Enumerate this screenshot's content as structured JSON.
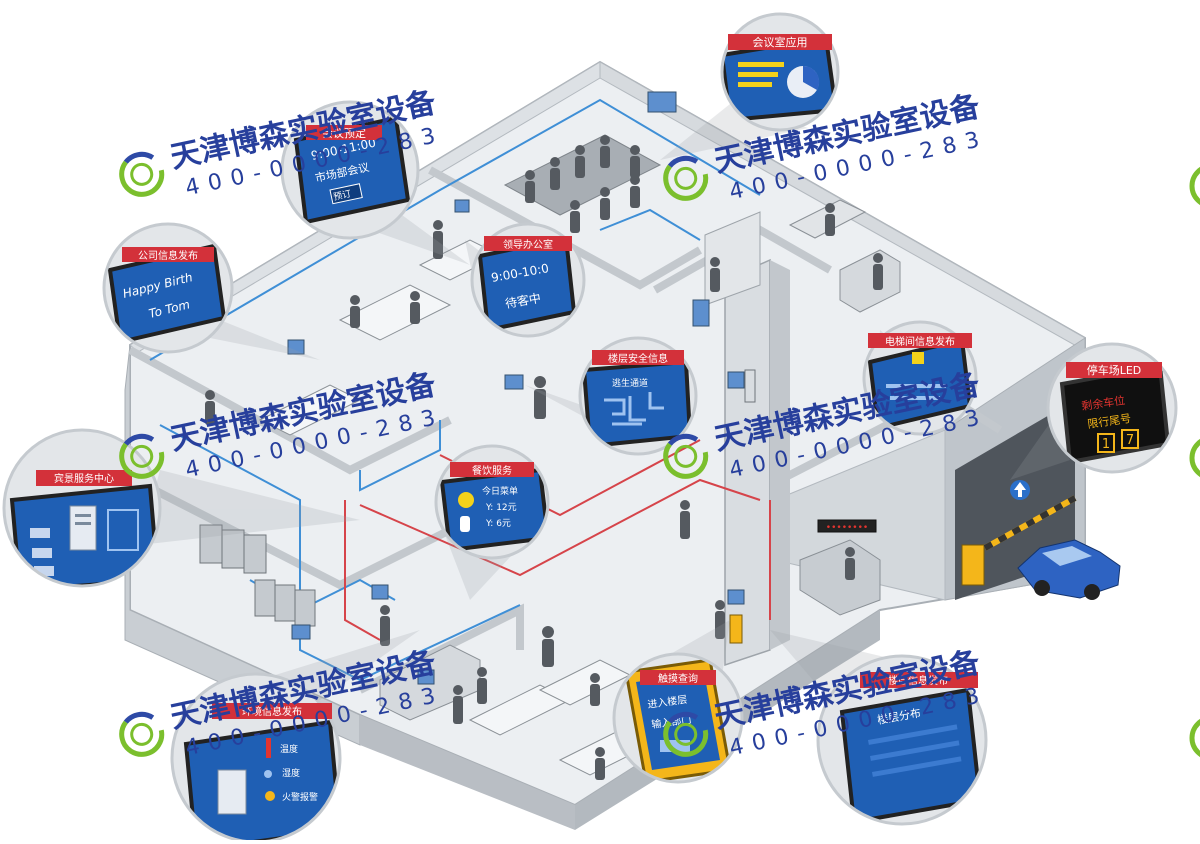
{
  "watermark": {
    "company": "天津博森实验室设备",
    "phone": "400-0000-283"
  },
  "callouts": [
    {
      "title": "会议室应用"
    },
    {
      "title": "会议预定",
      "lines": [
        "9:00-11:00",
        "市场部会议"
      ],
      "button": "预订"
    },
    {
      "title": "公司信息发布",
      "lines": [
        "Happy Birth",
        "To Tom"
      ]
    },
    {
      "title": "领导办公室",
      "lines": [
        "9:00-10:0",
        "待客中"
      ]
    },
    {
      "title": "楼层安全信息",
      "lines": [
        "逃生通道"
      ]
    },
    {
      "title": "电梯间信息发布"
    },
    {
      "title": "停车场LED",
      "lines": [
        "剩余车位",
        "限行尾号"
      ],
      "digits": [
        "1",
        "7"
      ]
    },
    {
      "title": "宾景服务中心"
    },
    {
      "title": "餐饮服务",
      "lines": [
        "今日菜单",
        "Y: 12元",
        "Y: 6元"
      ]
    },
    {
      "title": "环境信息发布",
      "lines": [
        "温度",
        "湿度",
        "火警报警"
      ]
    },
    {
      "title": "触摸查询",
      "lines": [
        "进入楼层",
        "输入部门"
      ]
    },
    {
      "title": "楼层信息发布",
      "lines": [
        "楼层分布"
      ]
    }
  ],
  "colors": {
    "screen": "#1f5fb4",
    "screen_dark": "#163f86",
    "label_red": "#d3313a",
    "watermark_text": "#273f9c",
    "watermark_ring_green": "#7bbf2d",
    "watermark_ring_blue": "#2e4aa6",
    "network_blue": "#3f8fd6",
    "network_red": "#d6444a",
    "floor": "#eceff2",
    "wall": "#c9ced3",
    "wall_dark": "#a9afb5",
    "people": "#555a60",
    "touch_frame": "#f4b61a"
  },
  "icons": [
    "car-icon",
    "up-arrow-icon",
    "server-icon",
    "thermometer-icon",
    "fire-icon",
    "drop-icon",
    "pie-chart-icon",
    "meal-icon"
  ]
}
